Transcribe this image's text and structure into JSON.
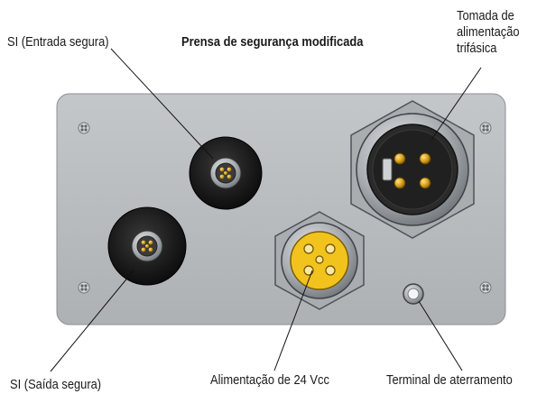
{
  "title": "Prensa de segurança modificada",
  "labels": {
    "si_input": "SI (Entrada segura)",
    "power_3ph": [
      "Tomada de",
      "alimentação",
      "trifásica"
    ],
    "si_output": "SI (Saída segura)",
    "power_24v": "Alimentação de 24 Vcc",
    "ground": "Terminal de aterramento"
  },
  "colors": {
    "panel": "#b9bcbf",
    "connector_dark": "#1b1b1b",
    "gold_pin": "#d9a21b",
    "yellow_insert": "#f2c31c",
    "hex_nut": "#a9adb0"
  }
}
